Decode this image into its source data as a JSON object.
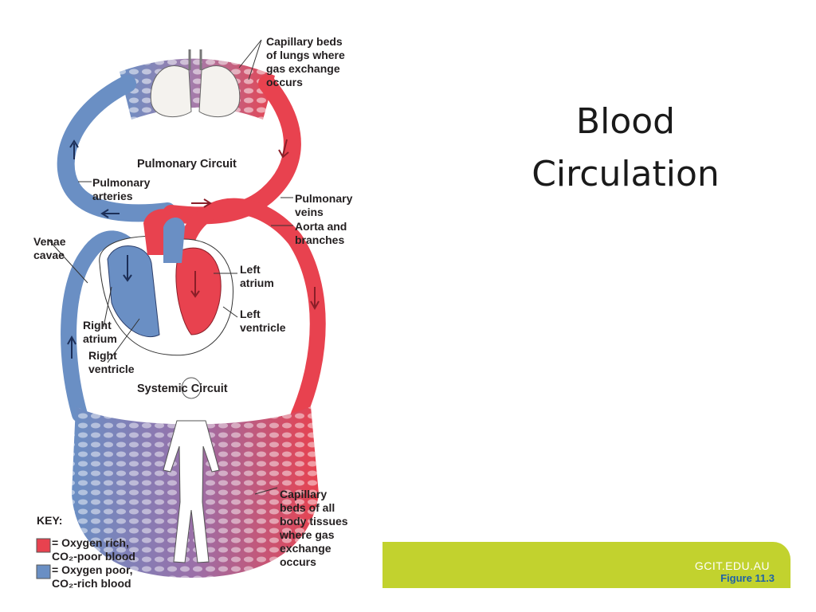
{
  "slide": {
    "title_lines": [
      "Blood",
      "Circulation"
    ],
    "footer_site": "GCIT.EDU.AU",
    "figure_caption": "Figure 11.3"
  },
  "diagram": {
    "capillary_lungs": [
      "Capillary beds",
      "of lungs where",
      "gas exchange",
      "occurs"
    ],
    "pulmonary_circuit": "Pulmonary Circuit",
    "pulmonary_arteries": [
      "Pulmonary",
      "arteries"
    ],
    "pulmonary_veins": [
      "Pulmonary",
      "veins"
    ],
    "aorta": [
      "Aorta and",
      "branches"
    ],
    "venae_cavae": [
      "Venae",
      "cavae"
    ],
    "left_atrium": [
      "Left",
      "atrium"
    ],
    "left_ventricle": [
      "Left",
      "ventricle"
    ],
    "right_atrium": [
      "Right",
      "atrium"
    ],
    "right_ventricle": [
      "Right",
      "ventricle"
    ],
    "systemic_circuit": "Systemic Circuit",
    "capillary_body": [
      "Capillary",
      "beds of all",
      "body tissues",
      "where gas",
      "exchange",
      "occurs"
    ]
  },
  "key": {
    "title": "KEY:",
    "oxygen_rich": [
      "= Oxygen rich,",
      "CO₂-poor blood"
    ],
    "oxygen_poor": [
      "= Oxygen poor,",
      "CO₂-rich blood"
    ]
  },
  "colors": {
    "oxygen_rich": "#e8424f",
    "oxygen_poor": "#6a8fc4",
    "capillary_mix": "#9b6fa8",
    "footer_band": "#c2d22e",
    "figure_caption": "#1f63a8"
  }
}
